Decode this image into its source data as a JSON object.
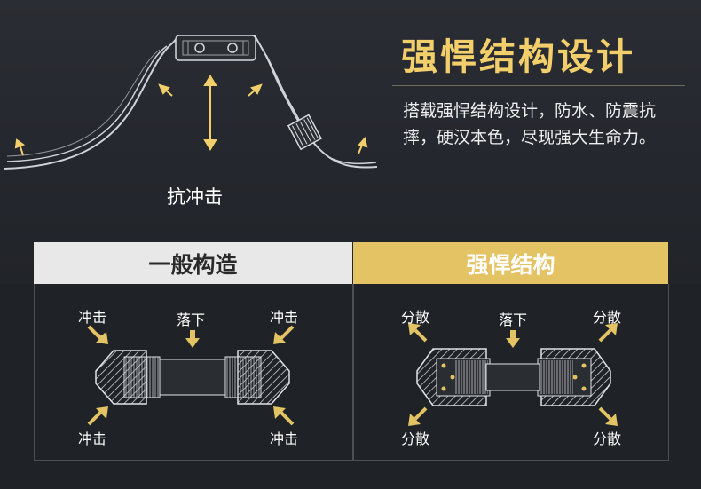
{
  "title": "强悍结构设计",
  "description": "搭载强悍结构设计，防水、防震抗摔，硬汉本色，尽现强大生命力。",
  "watch_caption": "抗冲击",
  "tabs": {
    "left": "一般构造",
    "right": "强悍结构"
  },
  "left_diagram": {
    "top_left": "冲击",
    "top_center": "落下",
    "top_right": "冲击",
    "bottom_left": "冲击",
    "bottom_right": "冲击"
  },
  "right_diagram": {
    "top_left": "分散",
    "top_center": "落下",
    "top_right": "分散",
    "bottom_left": "分散",
    "bottom_right": "分散"
  },
  "colors": {
    "gold": "#f2cf6a",
    "tab_gold": "#e3c364",
    "background": "#23262c"
  }
}
